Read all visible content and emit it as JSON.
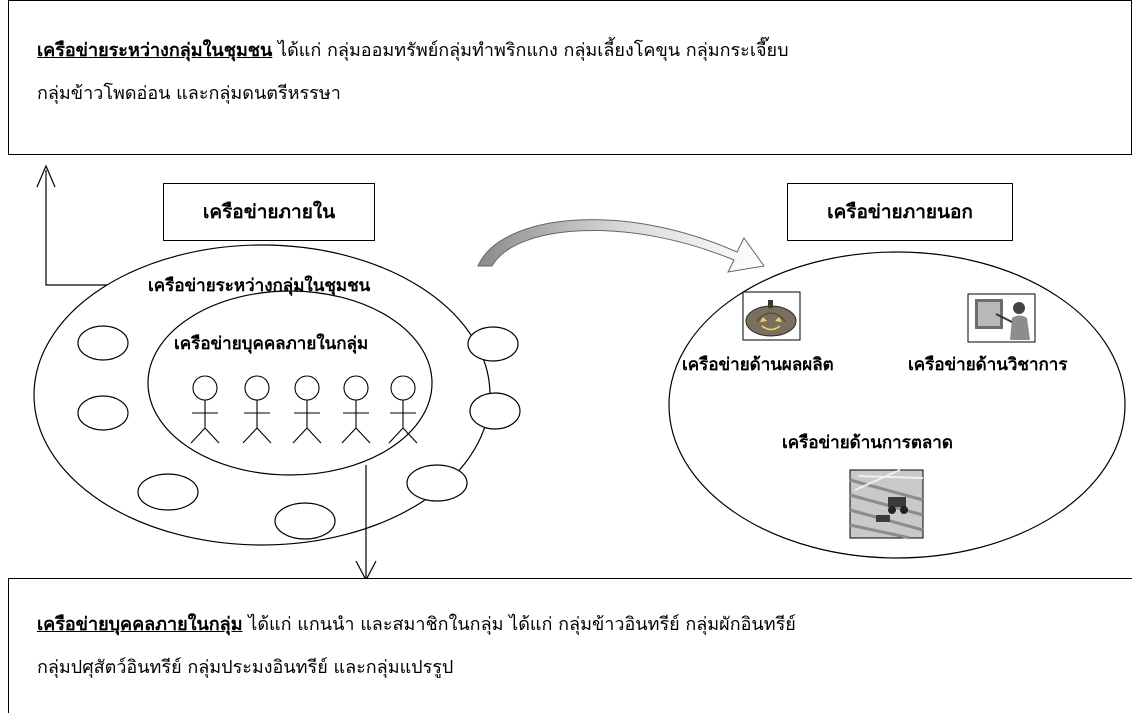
{
  "top_box": {
    "label": "เครือข่ายระหว่างกลุ่มในชุมชน",
    "line1": " ได้แก่ กลุ่มออมทรัพย์กลุ่มทำพริกแกง กลุ่มเลี้ยงโคขุน กลุ่มกระเจี๊ยบ",
    "line2": "กลุ่มข้าวโพดอ่อน และกลุ่มดนตรีหรรษา"
  },
  "internal_title": "เครือข่ายภายใน",
  "external_title": "เครือข่ายภายนอก",
  "outer_ellipse_label": "เครือข่ายระหว่างกลุ่มในชุมชน",
  "inner_ellipse_label": "เครือข่ายบุคคลภายในกลุ่ม",
  "external": {
    "product": "เครือข่ายด้านผลผลิต",
    "academic": "เครือข่ายด้านวิชาการ",
    "marketing": "เครือข่ายด้านการตลาด"
  },
  "bottom_box": {
    "label": "เครือข่ายบุคคลภายในกลุ่ม",
    "line1": " ได้แก่ แกนนำ และสมาชิกในกลุ่ม ได้แก่ กลุ่มข้าวอินทรีย์ กลุ่มผักอินทรีย์",
    "line2": "กลุ่มปศุสัตว์อินทรีย์ กลุ่มประมงอินทรีย์ และกลุ่มแปรรูป"
  },
  "icons": [
    "pumpkin-icon",
    "teacher-icon",
    "farm-machinery-icon"
  ]
}
